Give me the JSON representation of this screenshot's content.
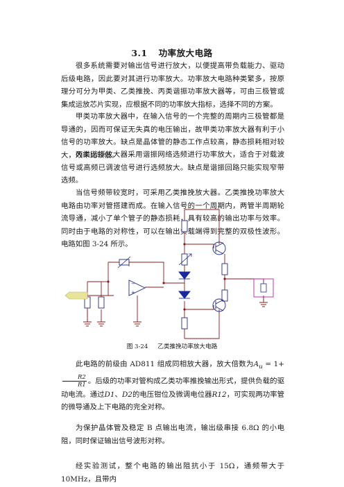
{
  "section": {
    "number": "3.1",
    "title": "功率放大电路"
  },
  "paragraphs": {
    "p1": "很多系统需要对输出信号进行放大，以便提高带负载能力、驱动后级电路，因此要对其进行功率放大。功率放大电路种类繁多，按原理分可分为甲类、乙类推挽、丙类谐振功率放大器等，可由三极管或集成运放芯片实现，应根据不同的功率放大指标，选择不同的方案。",
    "p2": "甲类功率放大器中，在输入信号的一个完整的周期内三极管都是导通的，因而可保证无失真的电压输出，故甲类功率放大器有利于小信号的功率放大。缺点是晶体管的静态工作点较高，静态损耗相对较大，效率比较低。",
    "p3": "丙类谐振放大器采用谐振网络选频进行功率放大，适合于对载波信号或高频已调波信号进行选频放大。缺点是谐振回路只能实现窄带选频。",
    "p4": "当信号频带较宽时，可采用乙类推挽放大器。乙类推挽功率放大电路由功率对管搭建而成。在输入信号的一个周期内，两管半周期轮流导通，减小了单个管子的静态损耗，具有较高的输出功率与效率。同时由于电路的对称性，可以在输出负载端得到完整的双极性波形。电路如图 3-24 所示。",
    "p5_a": "此电路的前级由 AD811 组成同相放大器，放大倍数为",
    "p5_av": "A",
    "p5_sub": "u",
    "p5_eq": " = 1+ ",
    "p5_num": "R2",
    "p5_den": "R1",
    "p5_b": "。后级的功率对管构成乙类功率推挽输出形式，提供负载的驱动电流。通过",
    "p5_d1": "D1",
    "p5_c": "、",
    "p5_d2": "D2",
    "p5_d": "的电压钳位及微调电位器",
    "p5_r": "R12",
    "p5_e": "，可实现两功率管的微导通及上下电路的完全对称。",
    "p6": "为保护晶体管及稳定 B 点输出电流，输出级串接 6.8Ω 的小电阻，同时保证输出信号波形对称。",
    "p7": "经实验测试，整个电路的输出阻抗小于 15Ω，通频带大于 10MHz，且带内"
  },
  "figure": {
    "number": "图 3-24",
    "caption": "乙类推挽功率放大电路"
  },
  "colors": {
    "wire": "#8b1a1a",
    "component": "#1f2a86",
    "diode": "#1a2a9c",
    "input_arrow": "#e8e49a",
    "load": "#c020a0"
  }
}
